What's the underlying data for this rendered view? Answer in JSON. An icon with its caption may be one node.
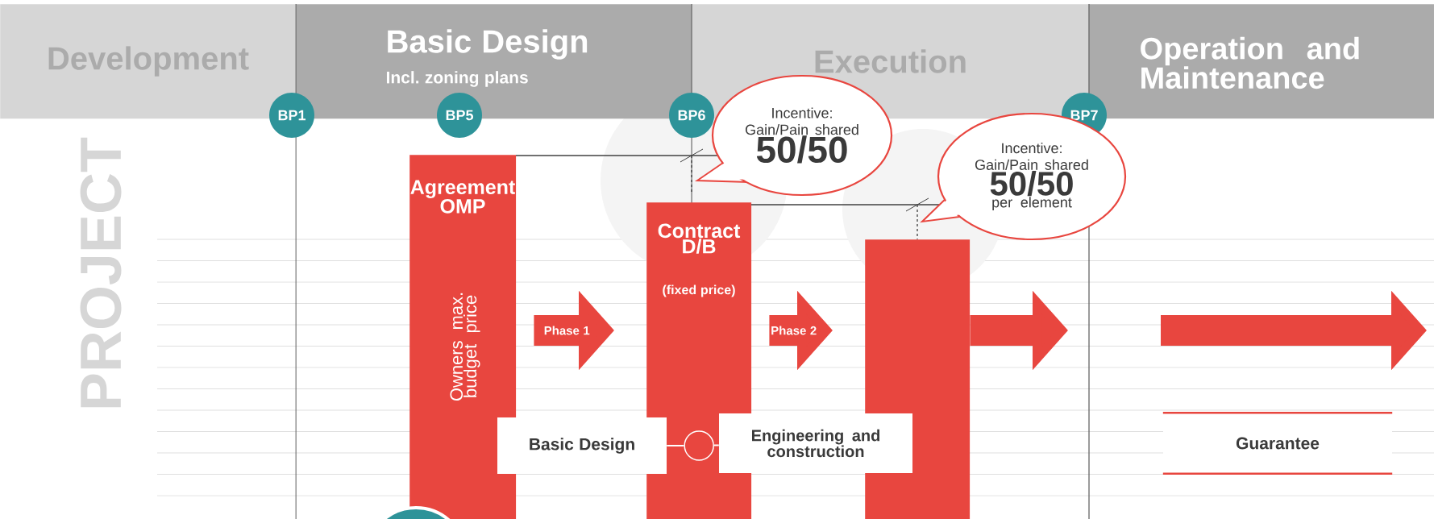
{
  "diagram": {
    "nodes": [
      {
        "text": [
          "Development"
        ]
      },
      {
        "text": [
          "Basic Design",
          "Incl. zoning plans"
        ]
      },
      {
        "text": [
          "Execution"
        ]
      },
      {
        "text": [
          "Operation and Maintenance"
        ]
      },
      {
        "text": [
          "BP1"
        ]
      },
      {
        "text": [
          "BP5"
        ]
      },
      {
        "text": [
          "BP6"
        ]
      },
      {
        "text": [
          "Incentive: Gain/Pain shared",
          "50/50"
        ]
      },
      {
        "text": [
          "BP7"
        ]
      },
      {
        "text": [
          "Incentive: Gain/Pain shared",
          "50/50",
          "per element"
        ]
      },
      {
        "text": [
          "Agreement OMP",
          "Owners max. budget price"
        ]
      },
      {
        "text": [
          "Contract D/B",
          "(fixed price)"
        ]
      },
      {
        "text": [],
        "shape": "bar"
      },
      {
        "text": [
          "Basic Design"
        ]
      },
      {
        "text": [],
        "shape": "circle",
        "in": 11
      },
      {
        "text": [
          "Engineering and construction"
        ]
      },
      {
        "text": [
          "Guarantee"
        ]
      },
      {
        "text": [],
        "shape": "circle"
      }
    ],
    "edges": [
      {
        "from": 10,
        "to": 11,
        "arrow": "to",
        "label": "Phase 1"
      },
      {
        "from": 11,
        "to": 12,
        "arrow": "to",
        "label": "Phase 2"
      },
      {
        "from": 12,
        "to": null,
        "arrow": "to"
      },
      {
        "from": 13,
        "to": 14,
        "arrow": "none",
        "color": "#ffffff"
      },
      {
        "from": 14,
        "to": 15,
        "arrow": "none",
        "color": "#ffffff"
      }
    ],
    "labels": [
      "PROJECT"
    ]
  }
}
